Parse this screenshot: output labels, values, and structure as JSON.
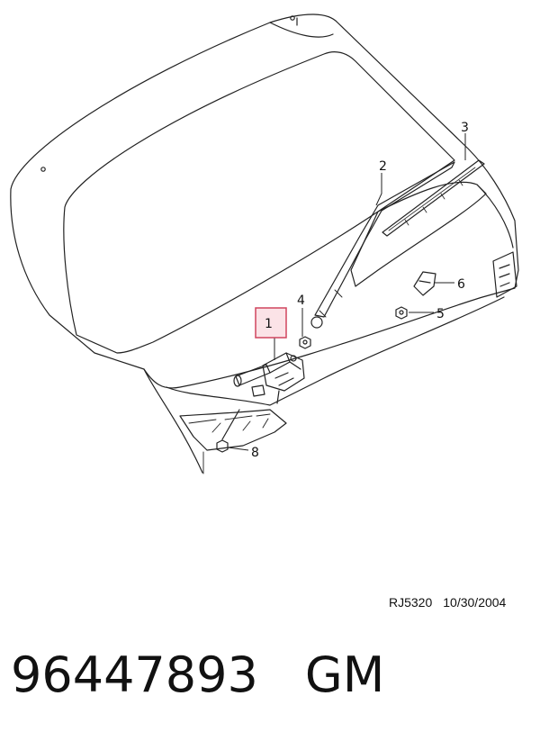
{
  "diagram": {
    "callouts": [
      {
        "id": "1",
        "label": "1",
        "highlighted": true
      },
      {
        "id": "2",
        "label": "2",
        "highlighted": false
      },
      {
        "id": "3",
        "label": "3",
        "highlighted": false
      },
      {
        "id": "4",
        "label": "4",
        "highlighted": false
      },
      {
        "id": "5",
        "label": "5",
        "highlighted": false
      },
      {
        "id": "6",
        "label": "6",
        "highlighted": false
      },
      {
        "id": "8",
        "label": "8",
        "highlighted": false
      }
    ],
    "highlight_color": "#d0455e",
    "highlight_fill": "#fbe3e7",
    "line_color": "#222222"
  },
  "stamp": {
    "code": "RJ5320",
    "date": "10/30/2004"
  },
  "footer": {
    "part_number": "96447893",
    "brand": "GM"
  }
}
